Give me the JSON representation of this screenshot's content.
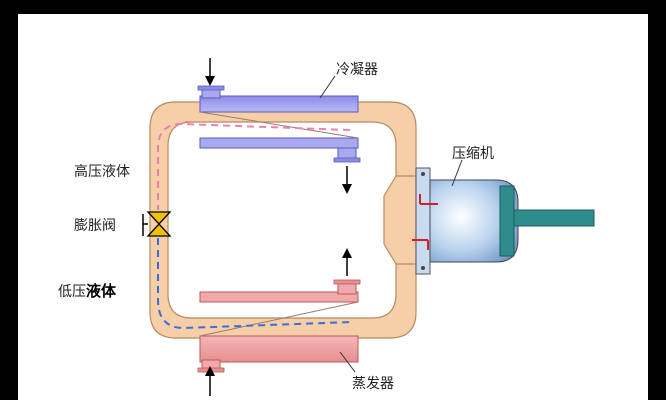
{
  "labels": {
    "condenser": "冷凝器",
    "compressor": "压缩机",
    "high_pressure_liquid": "高压液体",
    "expansion_valve": "膨胀阀",
    "low_pressure_prefix": "低压",
    "low_pressure_suffix": "液体",
    "evaporator": "蒸发器"
  },
  "colors": {
    "pipe": "#f6cfa8",
    "pipe_edge": "#b88a60",
    "condenser": "#a9a9f2",
    "evaporator": "#f2a9a9",
    "compressor": "#a9c8e8",
    "shaft": "#2e8c8c",
    "high_pressure_dashed": "#ee7fb2",
    "low_pressure_dashed": "#3c6fd6",
    "port": "#d0202a",
    "frame": "#000000"
  },
  "icons": [
    "flow-arrow-icon",
    "valve-icon"
  ]
}
